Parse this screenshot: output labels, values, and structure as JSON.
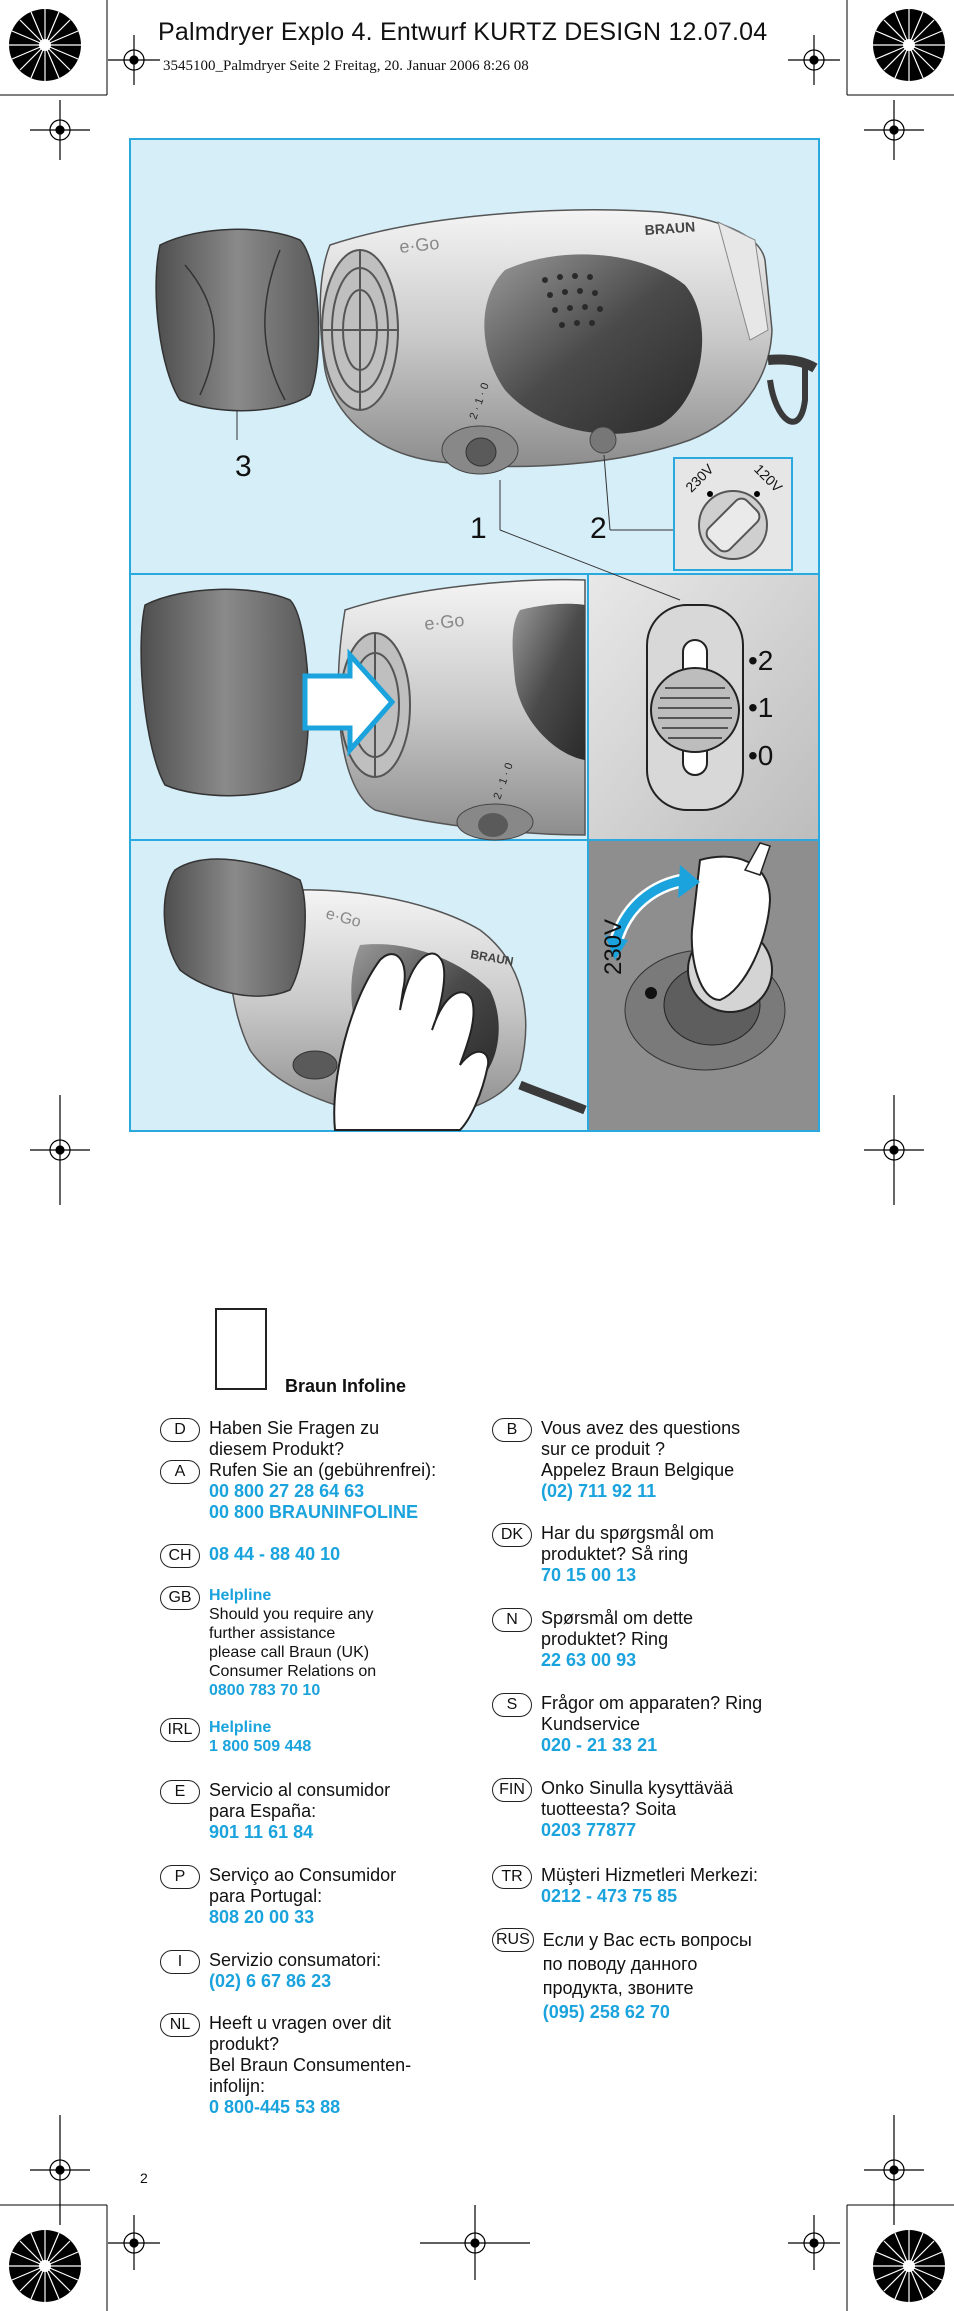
{
  "header": {
    "title": "Palmdryer  Explo 4. Entwurf   KURTZ DESIGN 12.07.04",
    "subtitle": "3545100_Palmdryer  Seite 2  Freitag, 20. Januar 2006  8:26 08"
  },
  "figure": {
    "label_3": "3",
    "label_1": "1",
    "label_2": "2",
    "brand": "BRAUN",
    "model": "e·Go",
    "dial_230": "230V",
    "dial_120": "120V",
    "switch_2": "•2",
    "switch_1": "•1",
    "switch_0": "•0",
    "voltage_side": "230V",
    "speed_marks": "2 · 1 · 0"
  },
  "infoline": {
    "title": "Braun Infoline"
  },
  "left_entries": [
    {
      "code": "D",
      "lines": [
        "Haben Sie Fragen zu",
        "diesem Produkt?"
      ],
      "number": ""
    },
    {
      "code": "A",
      "lines": [
        "Rufen Sie an (gebührenfrei):"
      ],
      "number": "00 800 27 28 64 63",
      "number2": "00 800  BRAUNINFOLINE"
    },
    {
      "code": "CH",
      "lines": [],
      "number": "08 44 - 88 40 10"
    },
    {
      "code": "GB",
      "helpline": "Helpline",
      "lines": [
        "Should you require any",
        "further assistance",
        "please call Braun (UK)",
        "Consumer Relations on"
      ],
      "number": "0800 783 70 10"
    },
    {
      "code": "IRL",
      "helpline": "Helpline",
      "lines": [],
      "number": "1 800 509 448"
    },
    {
      "code": "E",
      "lines": [
        "Servicio al consumidor",
        "para España:"
      ],
      "number": "901 11 61 84"
    },
    {
      "code": "P",
      "lines": [
        "Serviço ao Consumidor",
        "para Portugal:"
      ],
      "number": "808 20 00 33"
    },
    {
      "code": "I",
      "lines": [
        "Servizio consumatori:"
      ],
      "number": "(02) 6 67 86 23"
    },
    {
      "code": "NL",
      "lines": [
        "Heeft u vragen over dit",
        "produkt?",
        "Bel Braun Consumenten-",
        "infolijn:"
      ],
      "number": "0 800-445 53 88"
    }
  ],
  "right_entries": [
    {
      "code": "B",
      "lines": [
        "Vous avez des questions",
        "sur ce produit ?",
        "Appelez Braun Belgique"
      ],
      "number": "(02) 711 92 11"
    },
    {
      "code": "DK",
      "lines": [
        "Har du spørgsmål om",
        "produktet? Så ring"
      ],
      "number": "70 15 00 13"
    },
    {
      "code": "N",
      "lines": [
        "Spørsmål om dette",
        "produktet? Ring"
      ],
      "number": "22 63 00 93"
    },
    {
      "code": "S",
      "lines": [
        "Frågor om apparaten? Ring",
        "Kundservice"
      ],
      "number": "020 - 21 33 21"
    },
    {
      "code": "FIN",
      "lines": [
        "Onko Sinulla kysyttävää",
        "tuotteesta? Soita"
      ],
      "number": "0203 77877"
    },
    {
      "code": "TR",
      "lines": [
        "Müşteri Hizmetleri Merkezi:"
      ],
      "number": "0212 - 473 75 85"
    },
    {
      "code": "RUS",
      "lines": [
        "Если у Вас есть вопросы",
        "по поводу данного",
        "продукта, звоните"
      ],
      "number": "(095) 258 62 70"
    }
  ],
  "page_number": "2",
  "colors": {
    "accent": "#1aa3dd",
    "panel_bg": "#d6eef8",
    "frame": "#2aa9df"
  }
}
